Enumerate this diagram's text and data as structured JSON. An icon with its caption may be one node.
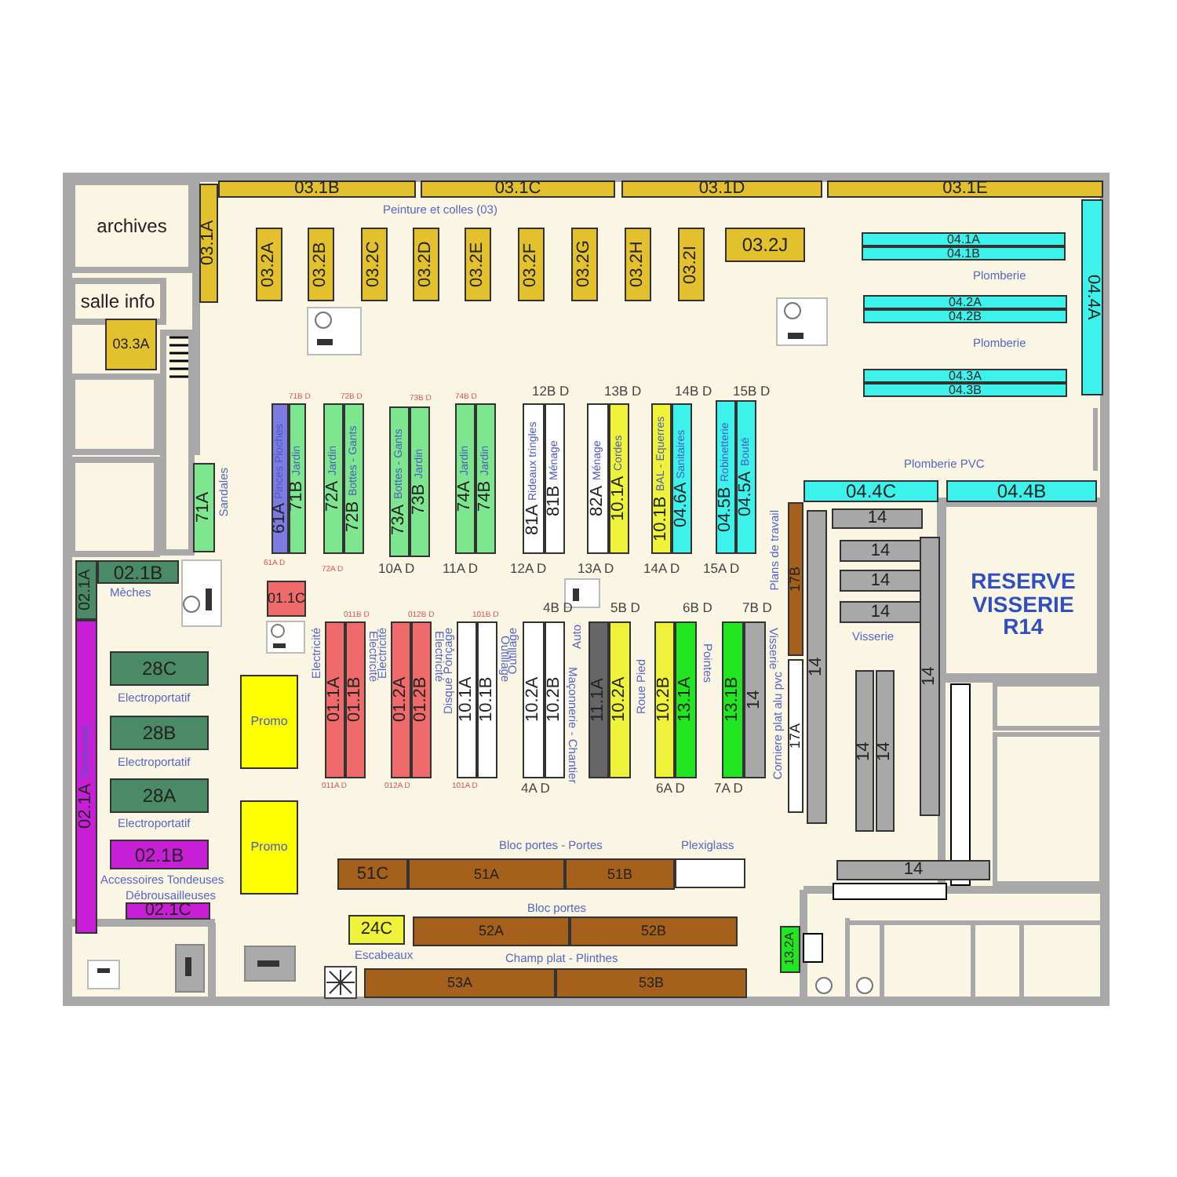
{
  "diagram": {
    "nodes": [
      {
        "text": [
          "archives"
        ]
      },
      {
        "text": [
          "salle info"
        ]
      },
      {
        "text": [
          "03.3A"
        ]
      },
      {
        "text": [
          "03.1A"
        ]
      },
      {
        "text": [
          "03.1B"
        ]
      },
      {
        "text": [
          "03.1C"
        ]
      },
      {
        "text": [
          "03.1D"
        ]
      },
      {
        "text": [
          "03.1E"
        ]
      },
      {
        "text": [
          "03.2A"
        ]
      },
      {
        "text": [
          "03.2B"
        ]
      },
      {
        "text": [
          "03.2C"
        ]
      },
      {
        "text": [
          "03.2D"
        ]
      },
      {
        "text": [
          "03.2E"
        ]
      },
      {
        "text": [
          "03.2F"
        ]
      },
      {
        "text": [
          "03.2G"
        ]
      },
      {
        "text": [
          "03.2H"
        ]
      },
      {
        "text": [
          "03.2I"
        ]
      },
      {
        "text": [
          "03.2J"
        ]
      },
      {
        "text": [
          "04.1A"
        ]
      },
      {
        "text": [
          "04.1B"
        ]
      },
      {
        "text": [
          "04.2A"
        ]
      },
      {
        "text": [
          "04.2B"
        ]
      },
      {
        "text": [
          "04.3A"
        ]
      },
      {
        "text": [
          "04.3B"
        ]
      },
      {
        "text": [
          "04.4A"
        ]
      },
      {
        "text": [
          "71A"
        ],
        "beside": [
          "Sandales"
        ]
      },
      {
        "text": [
          "61A",
          "Pinces Pioches"
        ]
      },
      {
        "text": [
          "71B",
          "Jardin"
        ]
      },
      {
        "text": [
          "72A",
          "Jardin"
        ]
      },
      {
        "text": [
          "72B",
          "Bottes - Gants"
        ]
      },
      {
        "text": [
          "73A",
          "Bottes - Gants"
        ]
      },
      {
        "text": [
          "73B",
          "Jardin"
        ]
      },
      {
        "text": [
          "74A",
          "Jardin"
        ]
      },
      {
        "text": [
          "74B",
          "Jardin"
        ]
      },
      {
        "text": [
          "81A",
          "Rideaux tringles"
        ]
      },
      {
        "text": [
          "81B",
          "Ménage"
        ]
      },
      {
        "text": [
          "82A",
          "Ménage"
        ]
      },
      {
        "text": [
          "10.1A",
          "Cordes"
        ]
      },
      {
        "text": [
          "10.1B",
          "BAL - Equerres"
        ]
      },
      {
        "text": [
          "04.6A",
          "Sanitaires"
        ]
      },
      {
        "text": [
          "04.5B",
          "Robinetterie"
        ]
      },
      {
        "text": [
          "04.5A",
          "Bouté"
        ]
      },
      {
        "text": [
          "02.1A"
        ]
      },
      {
        "text": [
          "02.1B"
        ]
      },
      {
        "text": [
          "01.1C"
        ]
      },
      {
        "text": [
          "01.1A"
        ],
        "beside": [
          "Electricité"
        ]
      },
      {
        "text": [
          "01.1B"
        ],
        "beside": [
          "Electricité"
        ]
      },
      {
        "text": [
          "01.2A"
        ],
        "beside": [
          "Electricité"
        ]
      },
      {
        "text": [
          "01.2B"
        ],
        "beside": [
          "Electricité"
        ]
      },
      {
        "text": [
          "10.1A"
        ],
        "beside": [
          "Disque Ponçage"
        ]
      },
      {
        "text": [
          "10.1B"
        ],
        "beside": [
          "Outillage"
        ]
      },
      {
        "text": [
          "10.2A"
        ],
        "beside": [
          "Outillage"
        ]
      },
      {
        "text": [
          "10.2B"
        ],
        "beside": [
          "Maçonnerie - Chantier"
        ]
      },
      {
        "text": [
          "11.1A"
        ],
        "beside": [
          "Auto"
        ]
      },
      {
        "text": [
          "10.2A"
        ],
        "beside": [
          "Roue Pied"
        ]
      },
      {
        "text": [
          "10.2B"
        ]
      },
      {
        "text": [
          "13.1A"
        ],
        "beside": [
          "Pointes"
        ]
      },
      {
        "text": [
          "13.1B"
        ]
      },
      {
        "text": [
          "14"
        ],
        "beside": [
          "Visserie"
        ]
      },
      {
        "text": [
          "Promo"
        ]
      },
      {
        "text": [
          "Promo"
        ]
      },
      {
        "text": [
          "28C"
        ]
      },
      {
        "text": [
          "28B"
        ]
      },
      {
        "text": [
          "28A"
        ]
      },
      {
        "text": [
          "02.1A",
          "Tondeuses"
        ]
      },
      {
        "text": [
          "02.1B"
        ]
      },
      {
        "text": [
          "02.1C"
        ]
      },
      {
        "text": [
          "51C"
        ]
      },
      {
        "text": [
          "51A"
        ]
      },
      {
        "text": [
          "51B"
        ]
      },
      {
        "text": [],
        "shape": "box"
      },
      {
        "text": [
          "24C"
        ]
      },
      {
        "text": [
          "52A"
        ]
      },
      {
        "text": [
          "52B"
        ]
      },
      {
        "text": [
          "53A"
        ]
      },
      {
        "text": [
          "53B"
        ]
      },
      {
        "text": [
          "13.2A"
        ]
      },
      {
        "text": [
          "17B"
        ],
        "beside": [
          "Plans de travail"
        ]
      },
      {
        "text": [
          "17A"
        ],
        "beside": [
          "Corniere plat alu pvc"
        ]
      },
      {
        "text": [
          "04.4C"
        ]
      },
      {
        "text": [
          "04.4B"
        ]
      },
      {
        "text": [
          "RESERVE VISSERIE R14"
        ]
      },
      {
        "text": [
          "14"
        ]
      },
      {
        "text": [
          "14"
        ]
      },
      {
        "text": [
          "14"
        ]
      },
      {
        "text": [
          "14"
        ]
      },
      {
        "text": [
          "14"
        ]
      },
      {
        "text": [
          "14"
        ]
      },
      {
        "text": [
          "14"
        ]
      },
      {
        "text": [
          "14"
        ]
      },
      {
        "text": [
          "14"
        ]
      }
    ],
    "labels": [
      "Peinture et colles (03)",
      "Plomberie",
      "Plomberie",
      "Plomberie PVC",
      "Visserie",
      "Mèches",
      "Electroportatif",
      "Electroportatif",
      "Electroportatif",
      "Accessoires Tondeuses",
      "Débrousailleuses",
      "Bloc portes - Portes",
      "Plexiglass",
      "Bloc portes",
      "Escabeaux",
      "Champ plat - Plinthes",
      "12B D",
      "13B D",
      "14B D",
      "15B D",
      "10A D",
      "11A D",
      "12A D",
      "13A D",
      "14A D",
      "15A D",
      "4B D",
      "5B D",
      "6B D",
      "7B D",
      "4A D",
      "6A D",
      "7A D",
      "71B D",
      "72B D",
      "73B D",
      "74B D",
      "61A D",
      "72A D",
      "011B D",
      "012B D",
      "101B D",
      "011A D",
      "012A D",
      "101A D"
    ]
  }
}
